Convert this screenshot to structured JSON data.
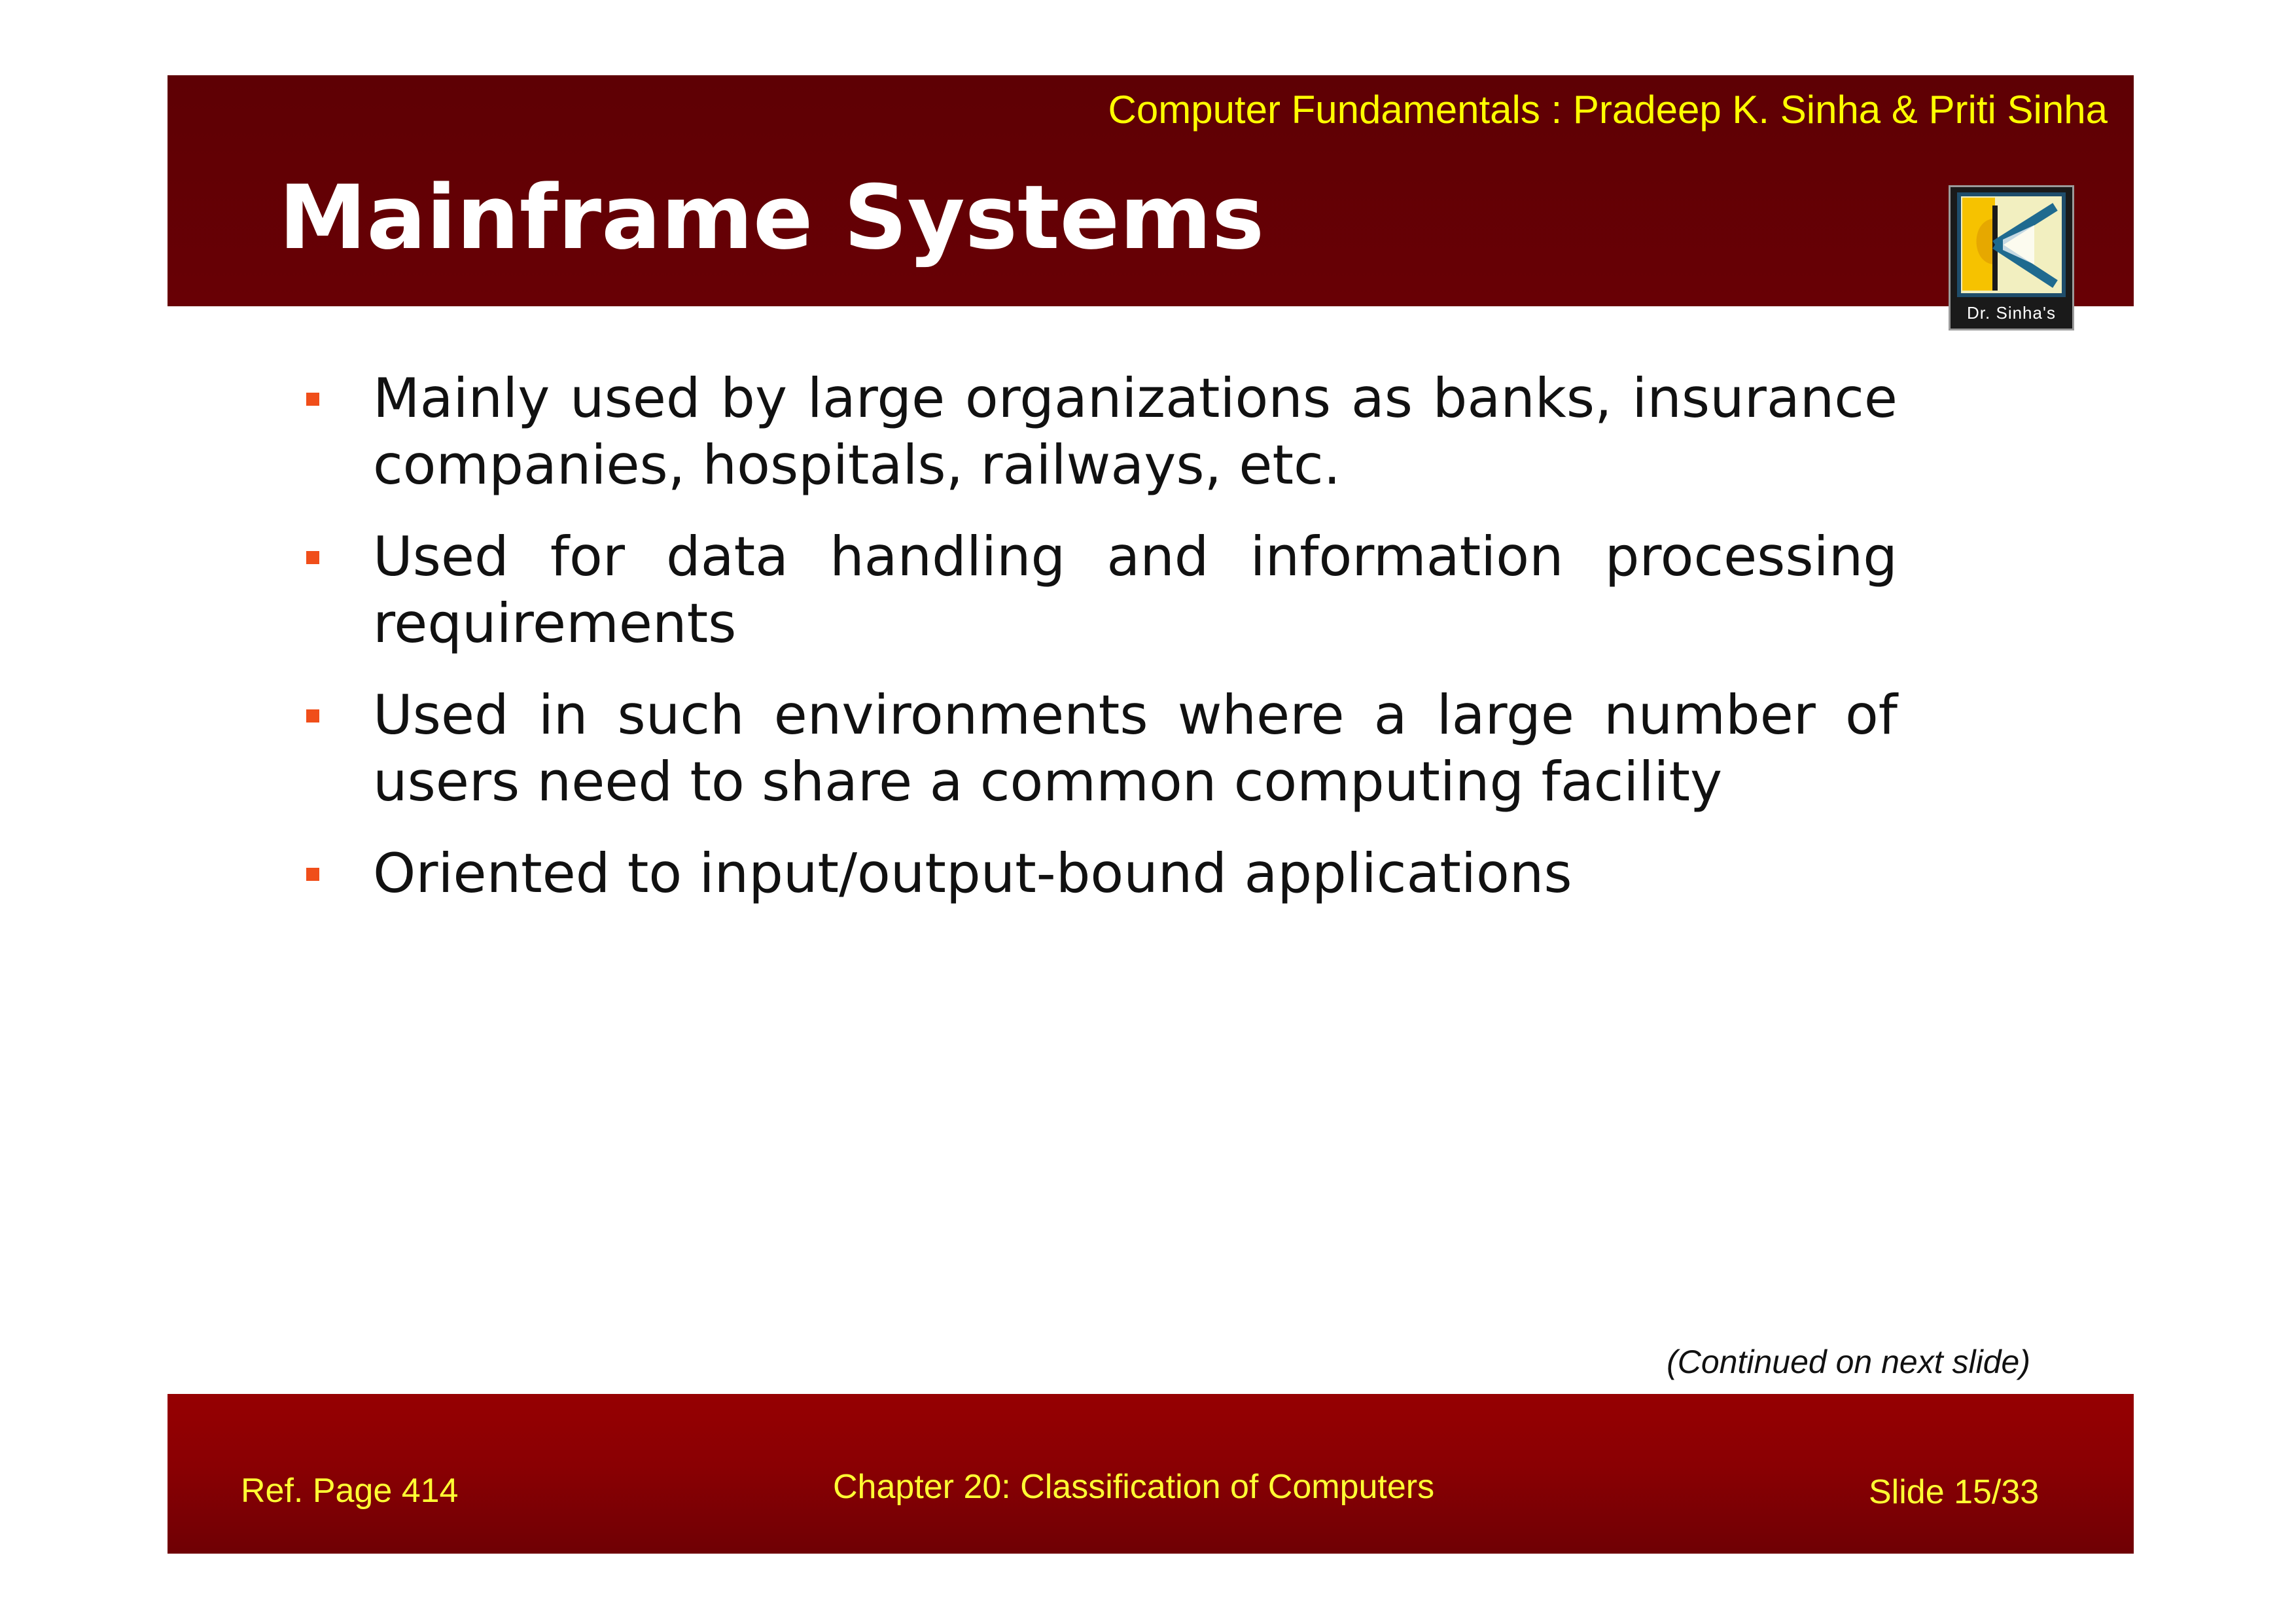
{
  "header": {
    "book_credit": "Computer Fundamentals : Pradeep K. Sinha & Priti Sinha",
    "title": "Mainframe Systems",
    "logo_caption": "Dr. Sinha's"
  },
  "bullets": [
    {
      "text": "Mainly used by large organizations as banks, insurance companies, hospitals, railways, etc."
    },
    {
      "text": "Used for data handling and information processing requirements"
    },
    {
      "text": "Used in such environments where a large number of users need to share a common computing facility"
    },
    {
      "text": "Oriented to input/output-bound applications"
    }
  ],
  "continued_note": "(Continued on next slide)",
  "footer": {
    "ref_page": "Ref. Page  414",
    "chapter": "Chapter 20: Classification of Computers",
    "slide_number": "Slide 15/33"
  },
  "colors": {
    "header_background": "#620004",
    "footer_background": "#8a0003",
    "accent_yellow": "#ffff00",
    "bullet_marker": "#f04e1a",
    "title_text": "#ffffff"
  },
  "icons": {
    "bullet": "square-bullet-icon",
    "logo": "dr-sinhas-logo-icon"
  }
}
